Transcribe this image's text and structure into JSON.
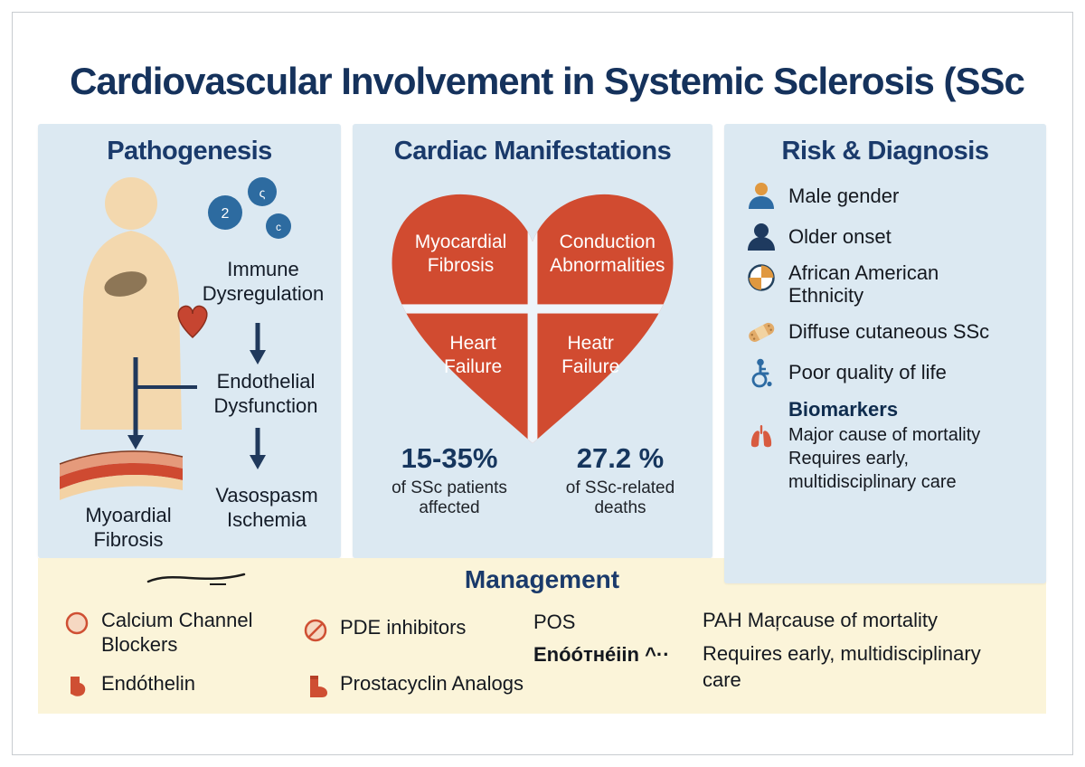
{
  "title": "Cardiovascular Involvement in Systemic Sclerosis (SSc",
  "colors": {
    "accent_red": "#d14b30",
    "navy": "#1a3a6b",
    "panel_blue": "#dce9f2",
    "cream": "#fbf4d9",
    "skin": "#f3d8ae",
    "icon_blue": "#2d6ba3"
  },
  "pathogenesis": {
    "heading": "Pathogenesis",
    "immune_label": "Immune Dysregulation",
    "endothelial_label": "Endothelial Dysfunction",
    "vasospasm_label": "Vasospasm Ischemia",
    "fibrosis_label": "Myoardial Fibrosis"
  },
  "cardiac": {
    "heading": "Cardiac Manifestations",
    "quadrants": [
      {
        "line1": "Myocardial",
        "line2": "Fibrosis"
      },
      {
        "line1": "Conduction",
        "line2": "Abnormalities"
      },
      {
        "line1": "Heart",
        "line2": "Failure"
      },
      {
        "line1": "Heatr",
        "line2": "Failure"
      }
    ],
    "stats": [
      {
        "value": "15-35%",
        "label": "of SSc patients affected"
      },
      {
        "value": "27.2 %",
        "label": "of SSc-related deaths"
      }
    ]
  },
  "risk": {
    "heading": "Risk & Diagnosis",
    "items": [
      {
        "icon": "male-gender-icon",
        "label": "Male gender"
      },
      {
        "icon": "older-onset-icon",
        "label": "Older onset"
      },
      {
        "icon": "ethnicity-icon",
        "label": "African American Ethnicity"
      },
      {
        "icon": "bandage-icon",
        "label": "Diffuse cutaneous SSc"
      },
      {
        "icon": "wheelchair-icon",
        "label": "Poor quality of life"
      }
    ],
    "biomarkers": {
      "title": "Biomarkers",
      "line1": "Major cause of mortality",
      "line2": "Requires early,",
      "line3": "multidisciplinary care"
    }
  },
  "management": {
    "heading": "Management",
    "items": [
      {
        "icon": "calcium-icon",
        "label": "Calcium Channel Blockers"
      },
      {
        "icon": "endothelin-icon",
        "label": "Endóthelin"
      },
      {
        "icon": "pde-icon",
        "label": "PDE inhibitors"
      },
      {
        "icon": "prostacyclin-icon",
        "label": "Prostacyclin Analogs"
      }
    ],
    "pos_label": "POS",
    "pos_sub": "Enóóтнéiin ^··",
    "right_line1": "PAH Maŗcause of mortality",
    "right_line2": "Requires early, multidisciplinary care"
  }
}
